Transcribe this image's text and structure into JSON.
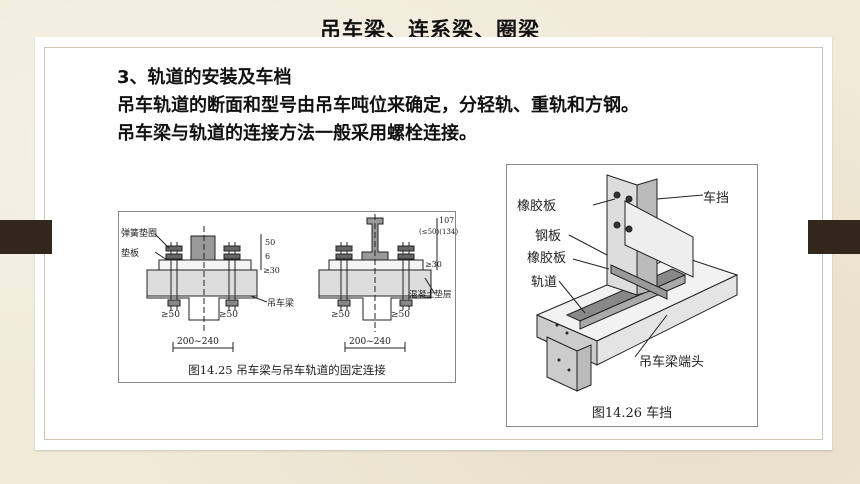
{
  "header": {
    "title": "吊车梁、连系梁、圈梁"
  },
  "content": {
    "lines": [
      "3、轨道的安装及车档",
      "吊车轨道的断面和型号由吊车吨位来确定，分轻轨、重轨和方钢。",
      "吊车梁与轨道的连接方法一般采用螺栓连接。"
    ]
  },
  "figure1": {
    "caption": "图14.25 吊车梁与吊车轨道的固定连接",
    "labels": {
      "spring_washer": "弹簧垫圈",
      "pad": "垫板",
      "beam": "吊车梁",
      "concrete_layer": "混凝土垫层",
      "dim_50a": "≥50",
      "dim_50b": "≥50",
      "dim_50c": "≥50",
      "dim_50d": "≥50",
      "dim_spacing_a": "200~240",
      "dim_spacing_b": "200~240",
      "dim_vert_50": "50",
      "dim_vert_6": "6",
      "dim_vert_30a": "≥30",
      "dim_vert_30b": "≥30",
      "dim_107": "107",
      "dim_134": "(≤50)(134)"
    }
  },
  "figure2": {
    "caption": "图14.26 车挡",
    "labels": {
      "rubber_pad_top": "橡胶板",
      "steel_plate": "钢板",
      "rubber_pad_bottom": "橡胶板",
      "rail": "轨道",
      "stop": "车挡",
      "beam_end": "吊车梁端头"
    }
  }
}
